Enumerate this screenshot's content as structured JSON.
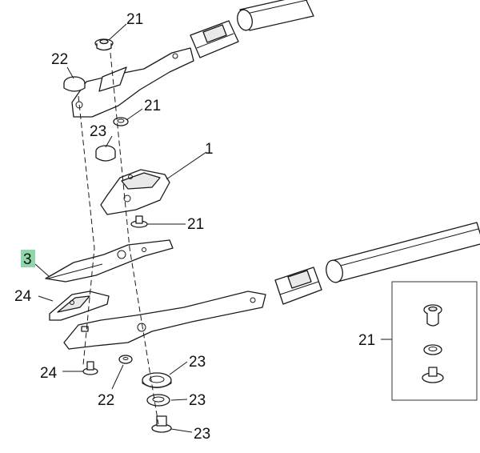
{
  "colors": {
    "line": "#1a1a1a",
    "highlight": "#8fd6a8",
    "background": "#ffffff"
  },
  "callouts": {
    "c21_top": "21",
    "c22_top": "22",
    "c21_washer": "21",
    "c23_mid": "23",
    "c1": "1",
    "c21_nut": "21",
    "c3": "3",
    "c24_bracket": "24",
    "c24_screw": "24",
    "c22_bottom": "22",
    "c23_a": "23",
    "c23_b": "23",
    "c23_c": "23",
    "c21_inset": "21"
  },
  "highlighted_callout": "3"
}
